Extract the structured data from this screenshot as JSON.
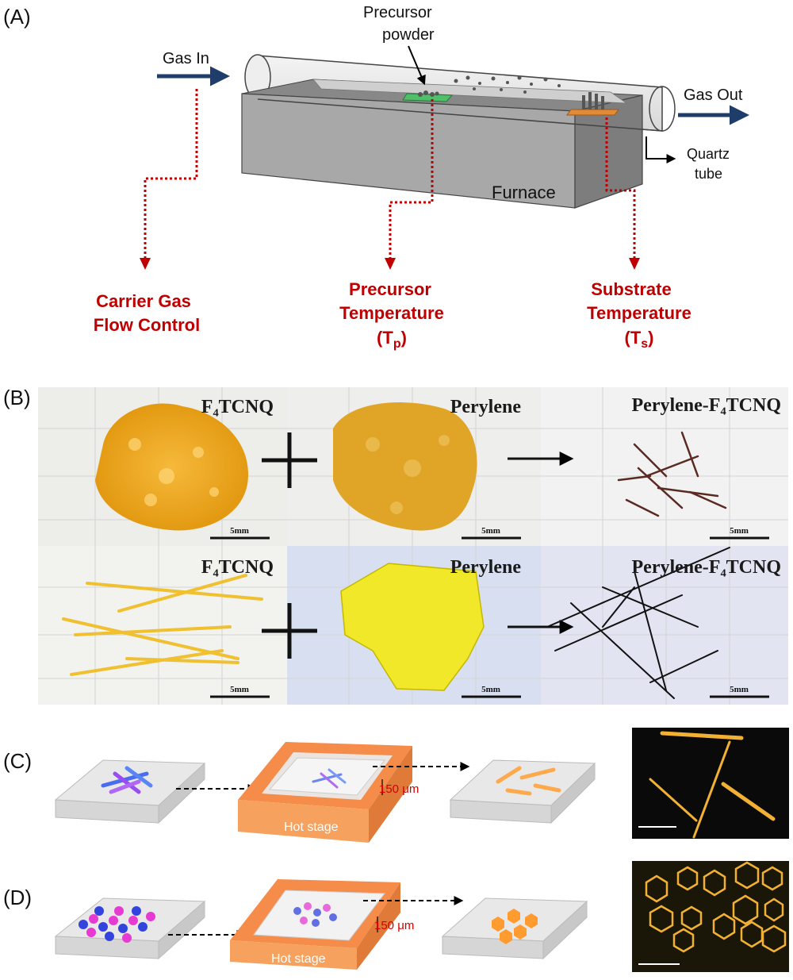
{
  "panels": {
    "a": "(A)",
    "b": "(B)",
    "c": "(C)",
    "d": "(D)"
  },
  "furnace_setup": {
    "gas_in": "Gas In",
    "gas_out": "Gas Out",
    "precursor_powder_line1": "Precursor",
    "precursor_powder_line2": "powder",
    "quartz_line1": "Quartz",
    "quartz_line2": "tube",
    "furnace": "Furnace",
    "carrier_line1": "Carrier Gas",
    "carrier_line2": "Flow Control",
    "precursor_temp_line1": "Precursor",
    "precursor_temp_line2": "Temperature",
    "precursor_temp_sym": "T",
    "precursor_temp_sub": "p",
    "substrate_temp_line1": "Substrate",
    "substrate_temp_line2": "Temperature",
    "substrate_temp_sym": "T",
    "substrate_temp_sub": "s"
  },
  "photos": {
    "row1": [
      {
        "title": "F₄TCNQ",
        "scale": "5mm"
      },
      {
        "title": "Perylene",
        "scale": "5mm"
      },
      {
        "title": "Perylene-F₄TCNQ",
        "scale": "5mm"
      }
    ],
    "row2": [
      {
        "title": "F₄TCNQ",
        "scale": "5mm"
      },
      {
        "title": "Perylene",
        "scale": "5mm"
      },
      {
        "title": "Perylene-F₄TCNQ",
        "scale": "5mm"
      }
    ]
  },
  "process_c": {
    "gap": "150 μm",
    "hot_stage": "Hot stage"
  },
  "process_d": {
    "gap": "150 μm",
    "hot_stage": "Hot stage"
  },
  "colors": {
    "red_label": "#c00000",
    "arrow_blue": "#1f3d6b",
    "hot_stage": "#f58c4a",
    "crystal_orange": "#ffb347"
  }
}
